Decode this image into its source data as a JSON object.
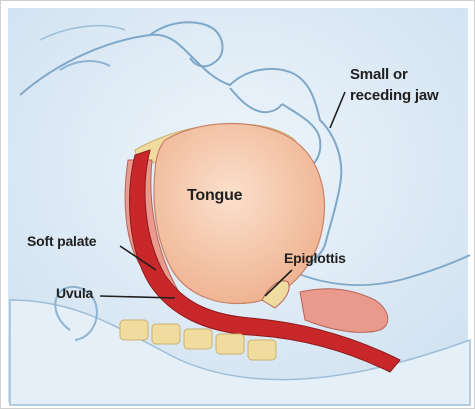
{
  "labels": {
    "jaw_line1": "Small or",
    "jaw_line2": "receding jaw",
    "tongue": "Tongue",
    "soft_palate": "Soft palate",
    "epiglottis": "Epiglottis",
    "uvula": "Uvula"
  },
  "colors": {
    "background_wash": "#dbe9f4",
    "skin_outline": "#7fa7c8",
    "tongue_fill": "#f6c9a8",
    "airway_red": "#c8282a",
    "tissue_pink": "#e99a8c",
    "bone_yellow": "#f1dca0",
    "text": "#1f1f1f"
  }
}
